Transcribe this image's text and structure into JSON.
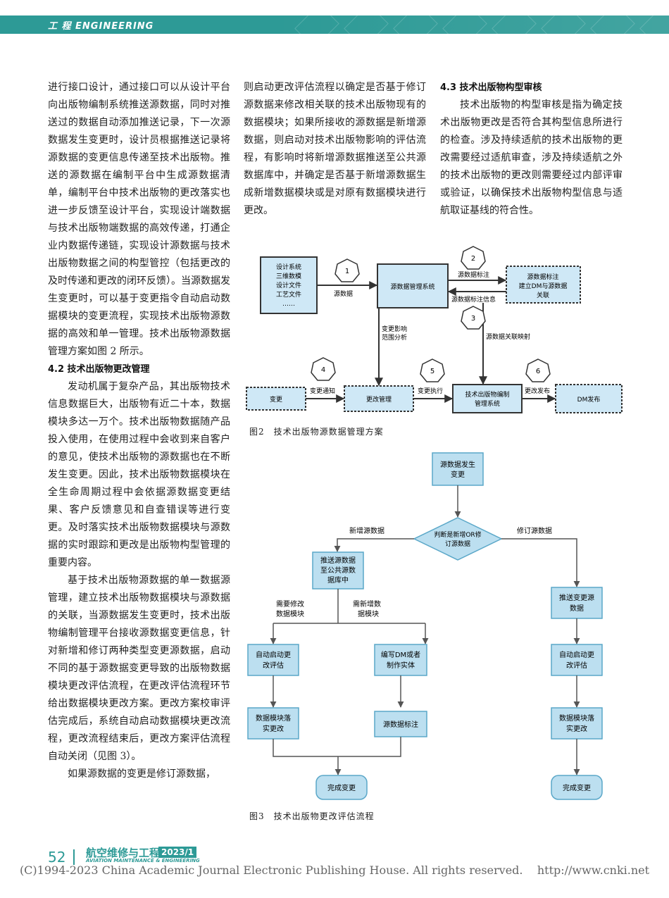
{
  "header": {
    "section_label": "工 程 ENGINEERING"
  },
  "col1": {
    "p1": "进行接口设计，通过接口可以从设计平台向出版物编制系统推送源数据，同时对推送过的数据自动添加推送记录，下一次源数据发生变更时，设计员根据推送记录将源数据的变更信息传递至技术出版物。推送的源数据在编制平台中生成源数据清单，编制平台中技术出版物的更改落实也进一步反馈至设计平台，实现设计端数据与技术出版物端数据的高效传递，打通企业内数据传递链，实现设计源数据与技术出版物数据之间的构型管控（包括更改的及时传递和更改的闭环反馈）。当源数据发生变更时，可以基于变更指令自动启动数据模块的变更流程，实现技术出版物源数据的高效和单一管理。技术出版物源数据管理方案如图 2 所示。",
    "h42": "4.2 技术出版物更改管理",
    "p2": "发动机属于复杂产品，其出版物技术信息数据巨大，出版物有近二十本，数据模块多达一万个。技术出版物数据随产品投入使用，在使用过程中会收到来自客户的意见，使技术出版物的源数据也在不断发生变更。因此，技术出版物数据模块在全生命周期过程中会依据源数据变更结果、客户反馈意见和自查错误等进行变更。及时落实技术出版物数据模块与源数据的实时跟踪和更改是出版物构型管理的重要内容。",
    "p3": "基于技术出版物源数据的单一数据源管理，建立技术出版物数据模块与源数据的关联，当源数据发生变更时，技术出版物编制管理平台接收源数据变更信息，针对新增和修订两种类型变更源数据，启动不同的基于源数据变更导致的出版物数据模块更改评估流程，在更改评估流程环节给出数据模块更改方案。更改方案校审评估完成后，系统自动启动数据模块更改流程，更改流程结束后，更改方案评估流程自动关闭（见图 3）。",
    "p4": "如果源数据的变更是修订源数据，"
  },
  "col2": {
    "p1": "则启动更改评估流程以确定是否基于修订源数据来修改相关联的技术出版物现有的数据模块；如果所接收的源数据是新增源数据，则启动对技术出版物影响的评估流程，有影响时将新增源数据推送至公共源数据库中，并确定是否基于新增源数据生成新增数据模块或是对原有数据模块进行更改。"
  },
  "col3": {
    "h43": "4.3 技术出版物构型审核",
    "p1": "技术出版物的构型审核是指为确定技术出版物更改是否符合其构型信息所进行的检查。涉及持续适航的技术出版物的更改需要经过适航审查，涉及持续适航之外的技术出版物的更改则需要经过内部评审或验证，以确保技术出版物构型信息与适航取证基线的符合性。"
  },
  "fig2": {
    "caption": "图2　技术出版物源数据管理方案",
    "box_design": [
      "设计系统",
      "三维数模",
      "设计文件",
      "工艺文件",
      "……"
    ],
    "box_source_mgmt": "源数据管理系统",
    "box_annot": [
      "源数据标注",
      "建立DM与源数据",
      "关联"
    ],
    "box_change": "变更",
    "box_change_mgmt": "更改管理",
    "box_pub": [
      "技术出版物编制",
      "管理系统"
    ],
    "box_dm": "DM发布",
    "lbl_source": "源数据",
    "lbl_annot": "源数据标注",
    "lbl_annot_info": "源数据标注信息",
    "lbl_impact": [
      "变更影响",
      "范围分析"
    ],
    "lbl_map": "源数据关联映射",
    "lbl_notify": "变更通知",
    "lbl_exec": "变更执行",
    "lbl_release": "更改发布",
    "steps": [
      "1",
      "2",
      "3",
      "4",
      "5",
      "6"
    ]
  },
  "fig3": {
    "caption": "图3　技术出版物更改评估流程",
    "start": [
      "源数据发生",
      "变更"
    ],
    "decision": [
      "判断是新增OR修",
      "订源数据"
    ],
    "lbl_new": "新增源数据",
    "lbl_rev": "修订源数据",
    "push_public": [
      "推送源数据",
      "至公共源数",
      "据库中"
    ],
    "push_change": [
      "推送变更源",
      "数据"
    ],
    "lbl_need_modify": [
      "需要修改",
      "数据模块"
    ],
    "lbl_need_new": [
      "需新增数",
      "据模块"
    ],
    "auto_eval_left": [
      "自动启动更",
      "改评估"
    ],
    "write_dm": [
      "编写DM或者",
      "制作实体"
    ],
    "auto_eval_right": [
      "自动启动更",
      "改评估"
    ],
    "dm_implement_left": [
      "数据模块落",
      "实更改"
    ],
    "source_annot": "源数据标注",
    "dm_implement_right": [
      "数据模块落",
      "实更改"
    ],
    "done_left": "完成变更",
    "done_right": "完成变更"
  },
  "footer": {
    "page_number": "52",
    "journal_cn": "航空维修与工程",
    "issue": "2023/1",
    "journal_en": "AVIATION MAINTENANCE & ENGINEERING",
    "copyright": "(C)1994-2023 China Academic Journal Electronic Publishing House. All rights reserved.    http://www.cnki.net"
  },
  "colors": {
    "teal": "#2d9a96",
    "box_fill": "#cfe8f6",
    "flow_fill": "#bcdff0",
    "flow_stroke": "#5aa7c8"
  }
}
